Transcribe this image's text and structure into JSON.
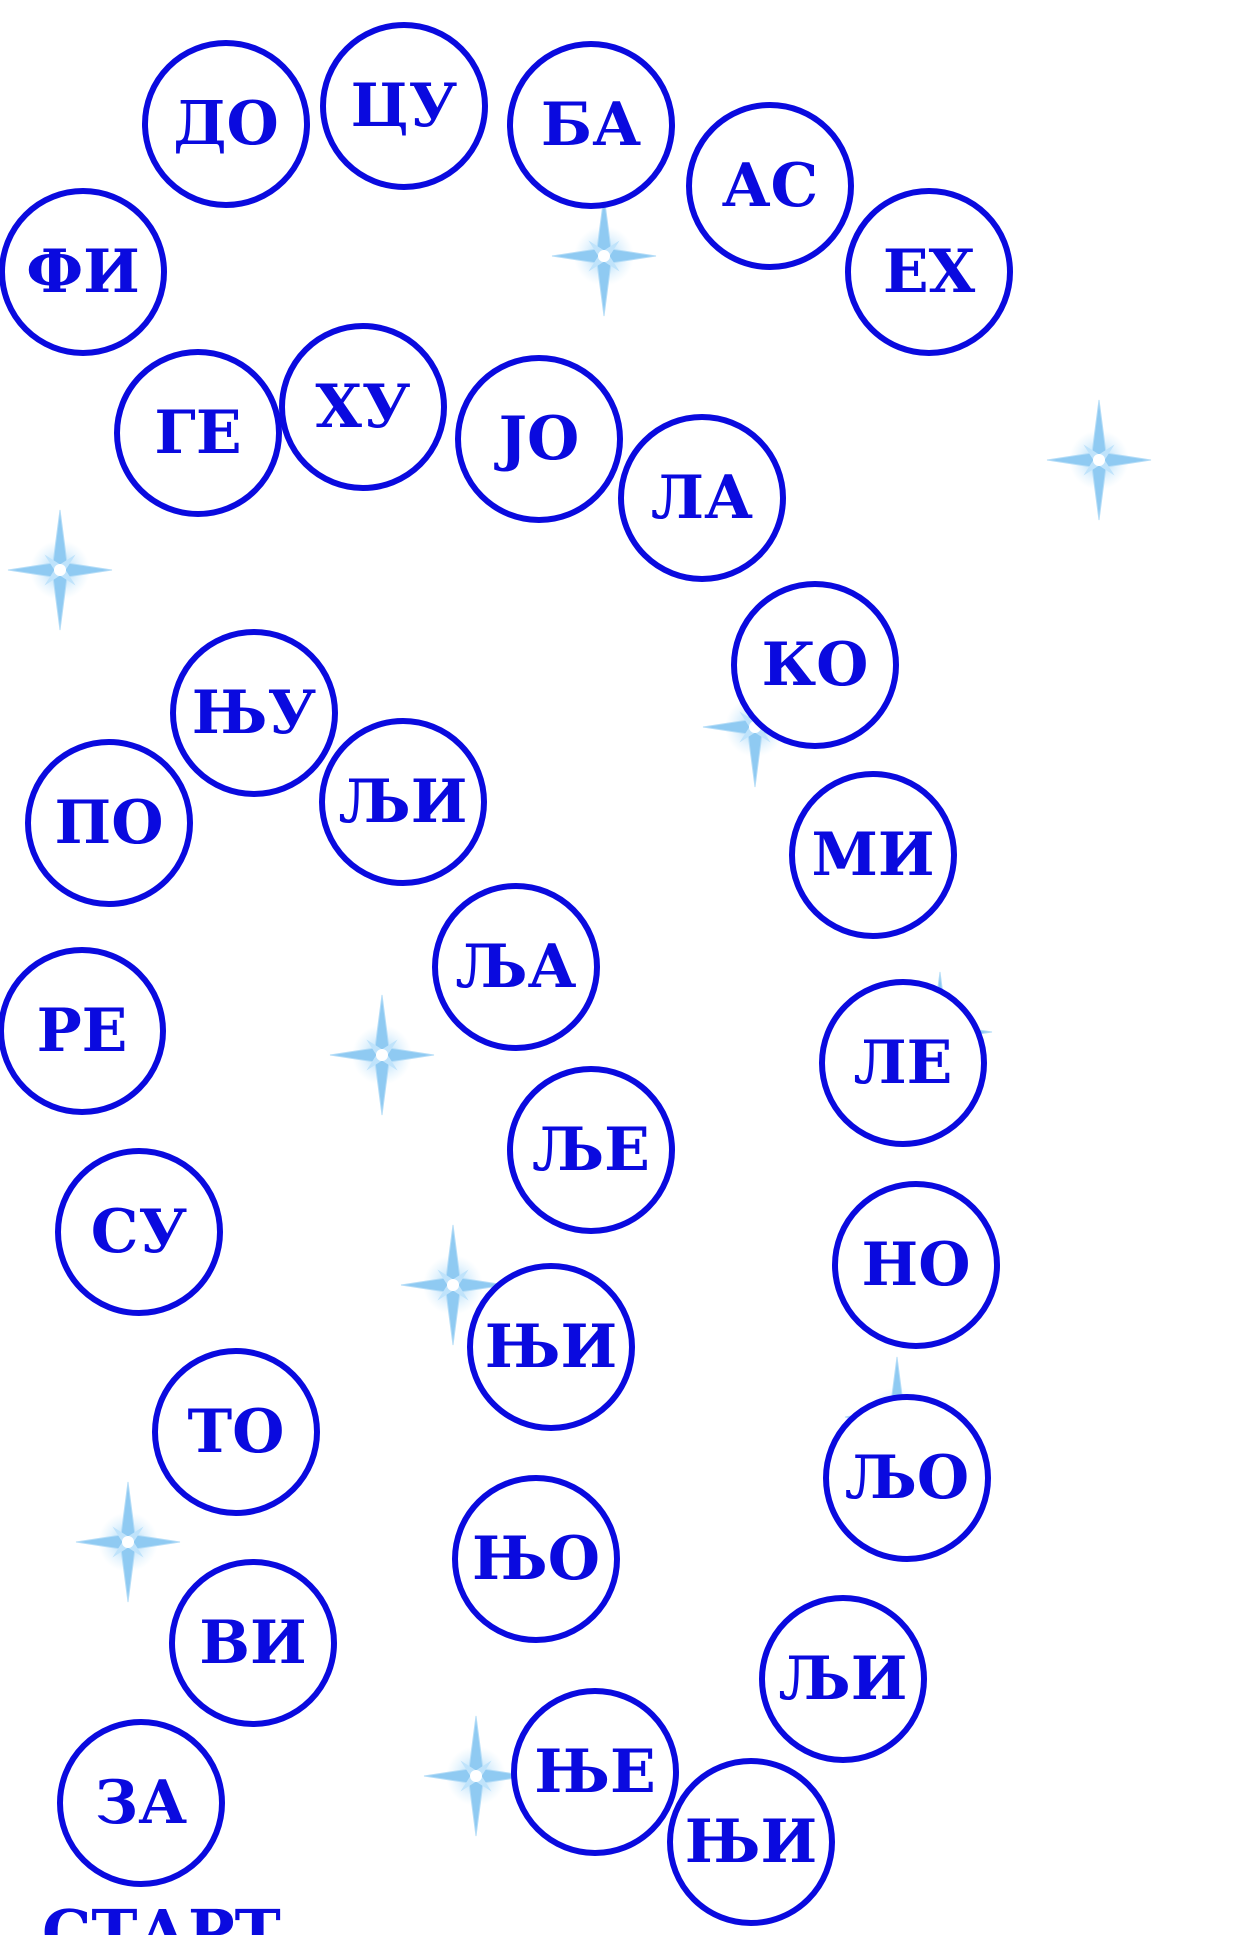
{
  "accent_color": "#0a0adf",
  "start_label": "СТАРТ",
  "syllables": [
    "ЗА",
    "ВИ",
    "ТО",
    "СУ",
    "РЕ",
    "ПО",
    "ЊУ",
    "ЉИ",
    "ЉА",
    "ЉЕ",
    "ЊИ",
    "ЊО",
    "ЊЕ",
    "ЊИ",
    "ЉИ",
    "ЉО",
    "НО",
    "ЛЕ",
    "МИ",
    "КО",
    "ЛА",
    "ЈО",
    "ХУ",
    "ГЕ",
    "ФИ",
    "ДО",
    "ЦУ",
    "БА",
    "АС",
    "ЕХ"
  ],
  "decoration_icon": "sparkle-star-icon"
}
